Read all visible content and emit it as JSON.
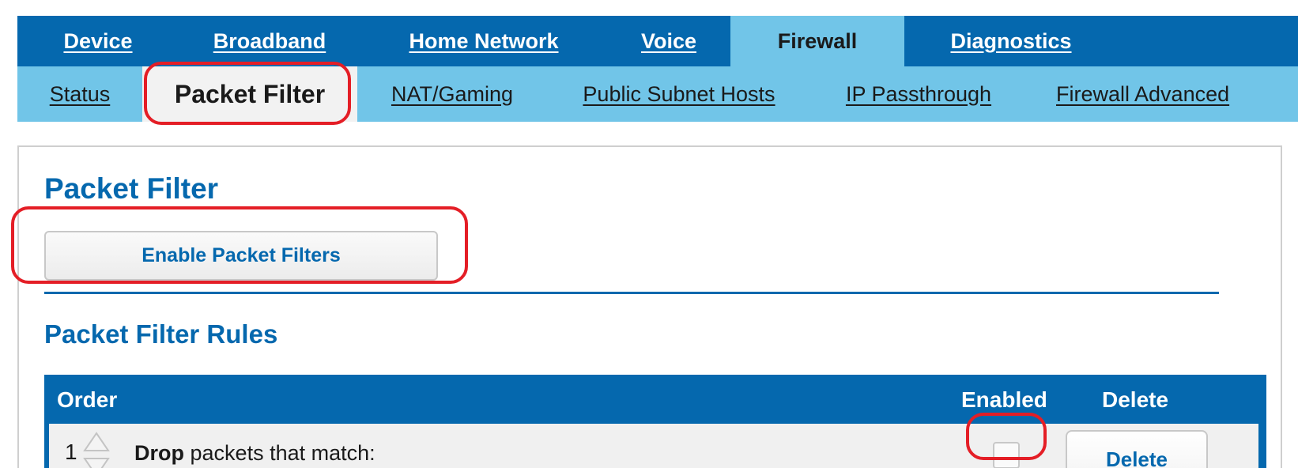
{
  "top_nav": {
    "tabs": [
      {
        "label": "Device",
        "active": false
      },
      {
        "label": "Broadband",
        "active": false
      },
      {
        "label": "Home Network",
        "active": false
      },
      {
        "label": "Voice",
        "active": false
      },
      {
        "label": "Firewall",
        "active": true
      },
      {
        "label": "Diagnostics",
        "active": false
      }
    ]
  },
  "sub_nav": {
    "tabs": [
      {
        "label": "Status",
        "active": false
      },
      {
        "label": "Packet Filter",
        "active": true
      },
      {
        "label": "NAT/Gaming",
        "active": false
      },
      {
        "label": "Public Subnet Hosts",
        "active": false
      },
      {
        "label": "IP Passthrough",
        "active": false
      },
      {
        "label": "Firewall Advanced",
        "active": false
      }
    ]
  },
  "main": {
    "title": "Packet Filter",
    "enable_button_label": "Enable Packet Filters",
    "rules_section_title": "Packet Filter Rules",
    "rules_table": {
      "headers": {
        "order": "Order",
        "enabled": "Enabled",
        "delete": "Delete"
      },
      "rows": [
        {
          "order": "1",
          "action": "Drop",
          "description": "packets that match:",
          "enabled": false,
          "delete_label": "Delete"
        }
      ]
    }
  },
  "colors": {
    "primary_blue": "#0568ae",
    "light_blue": "#71c5e8",
    "active_subtab_bg": "#f2f2f2",
    "highlight_red": "#e41e26",
    "panel_border": "#cfcfcf"
  },
  "icons": {
    "order_up": "triangle-up-outline",
    "order_down": "triangle-down-outline"
  }
}
